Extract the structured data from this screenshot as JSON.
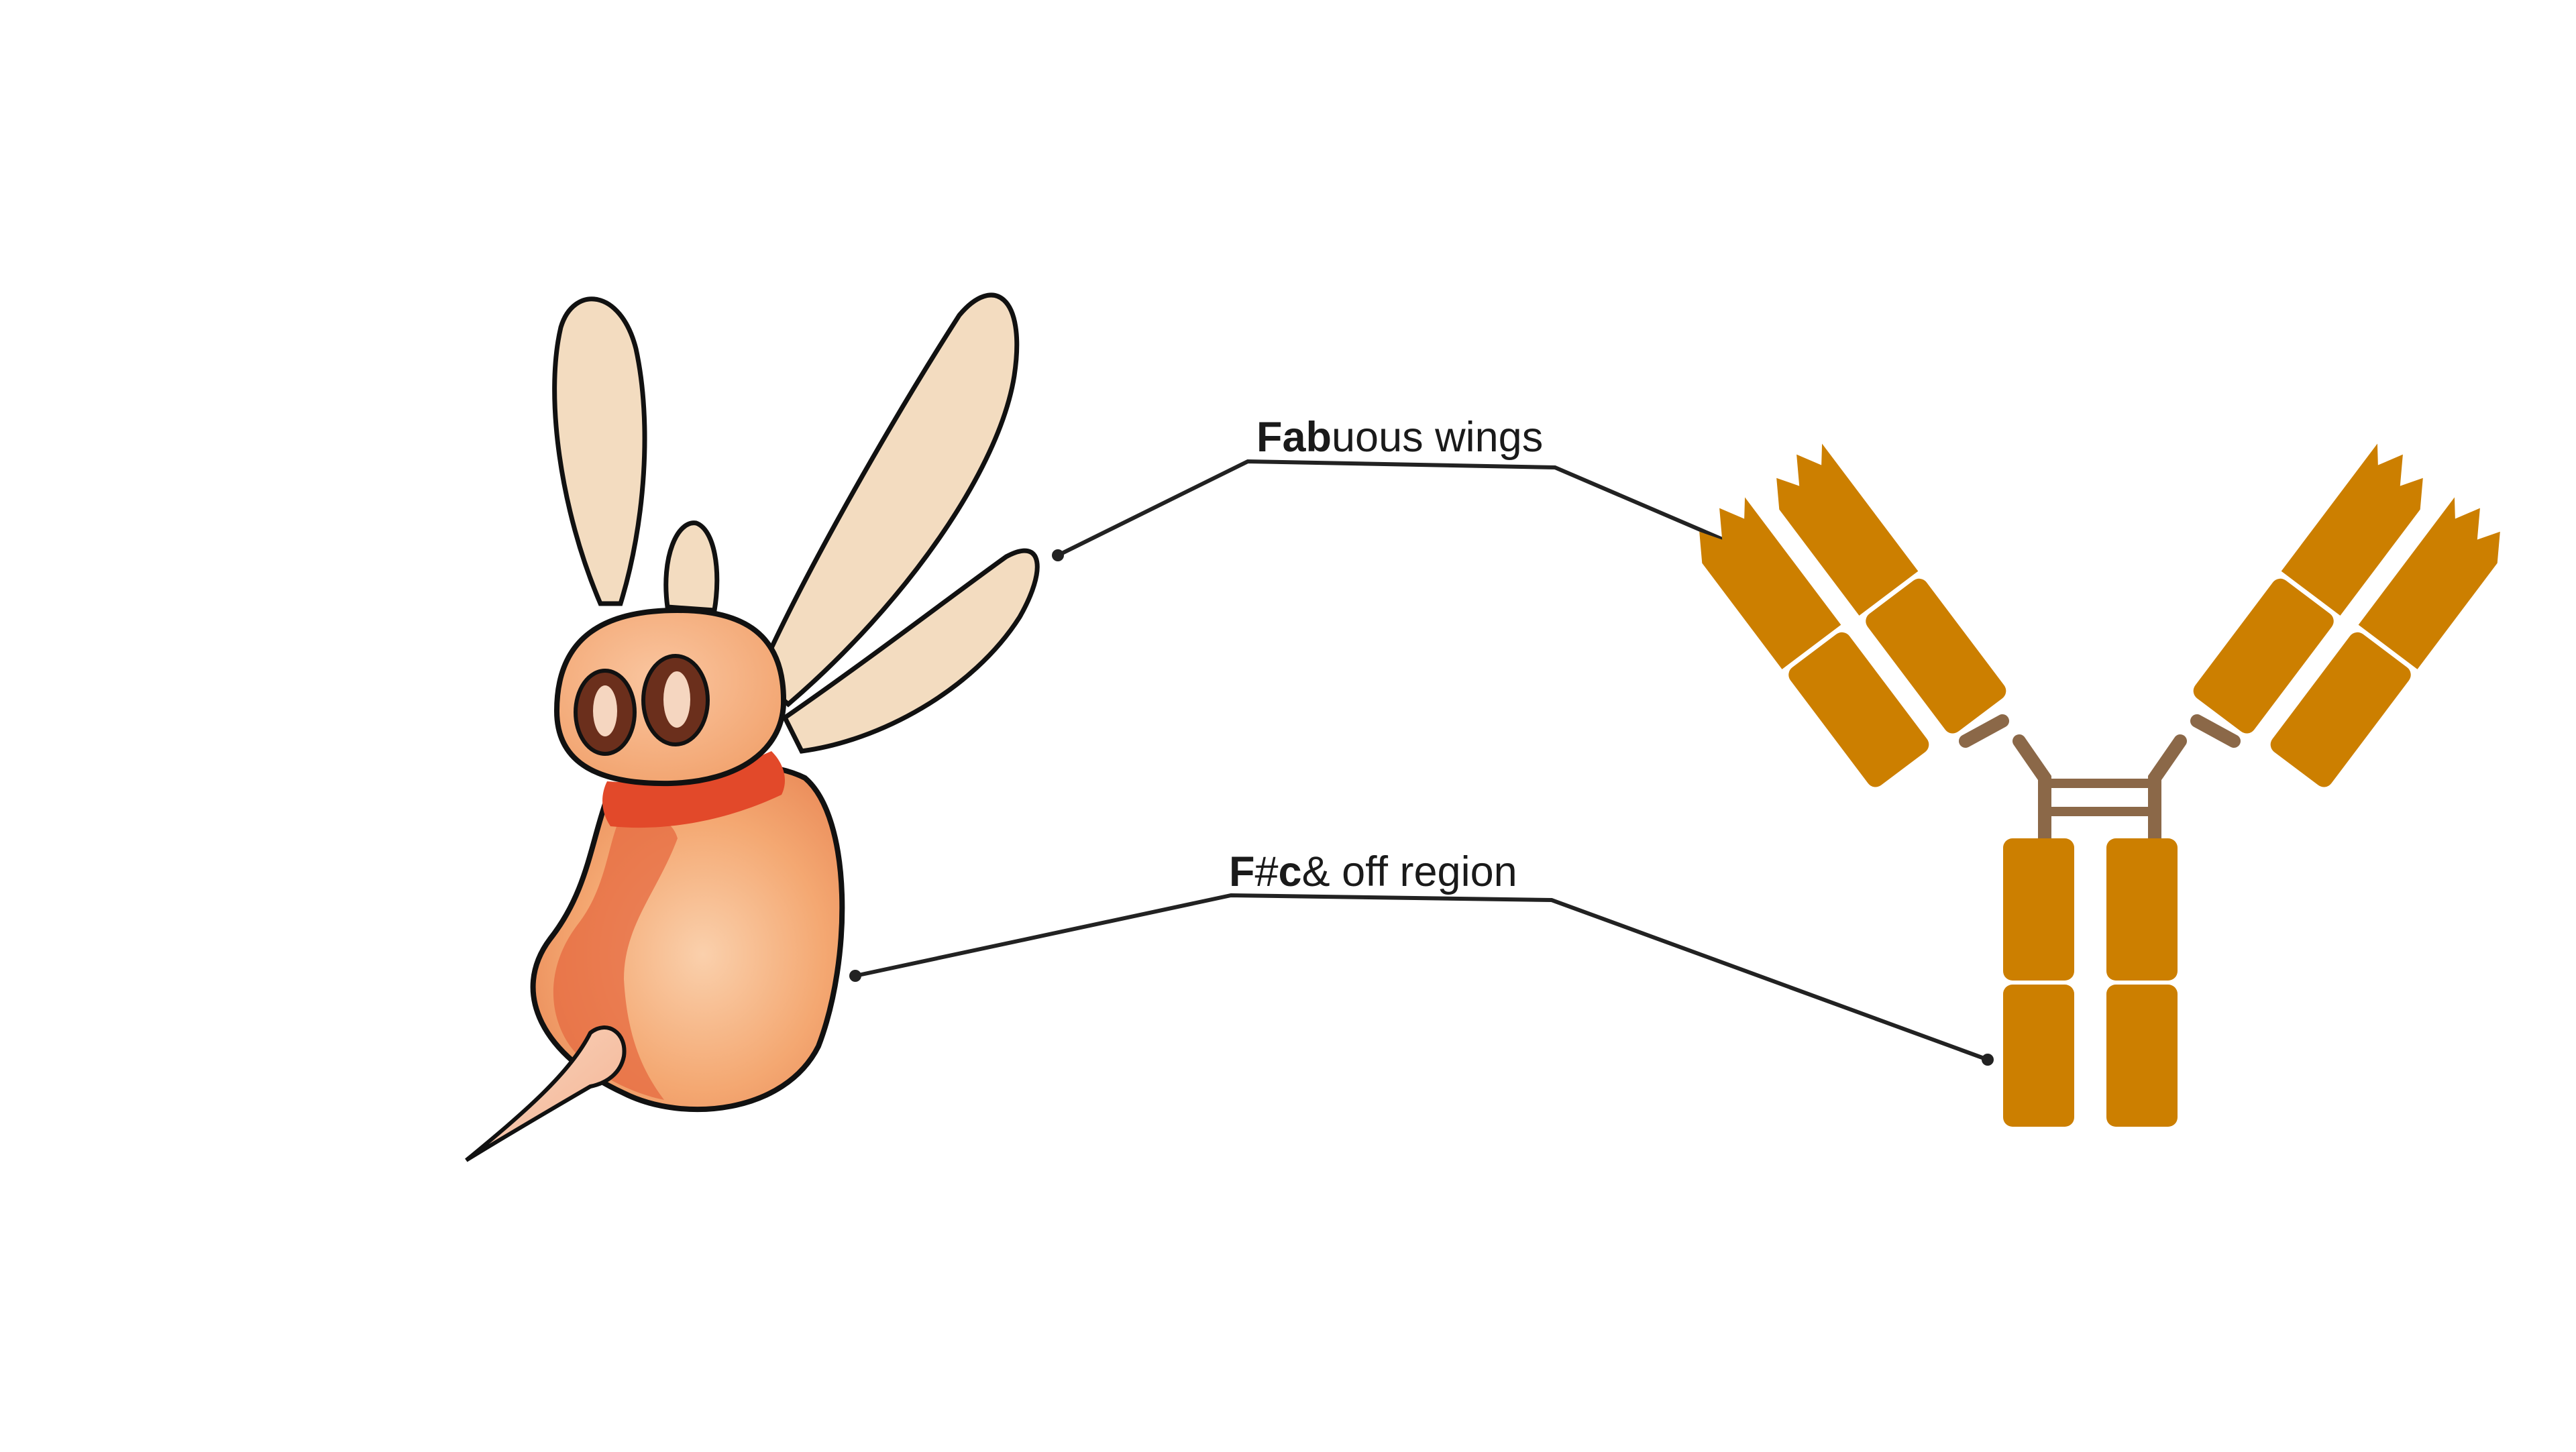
{
  "labels": {
    "wings": {
      "bold": "Fab",
      "regular": "uous wings"
    },
    "body": {
      "bold_1": "F",
      "regular_1": "#",
      "bold_2": "c",
      "regular_2": "& off region"
    }
  },
  "colors": {
    "background": "#ffffff",
    "leader_line": "#222222",
    "antibody_domain": "#cc7f00",
    "antibody_linker": "#8b6848",
    "mosquito_wing": "#f3dcc0",
    "mosquito_body": "#f1a56c",
    "mosquito_collar": "#e2492a",
    "mosquito_eye": "#6b2f1c",
    "mosquito_stinger": "#f6c3a2",
    "outline": "#111111"
  },
  "figures": {
    "left": "mosquito",
    "right": "antibody"
  }
}
